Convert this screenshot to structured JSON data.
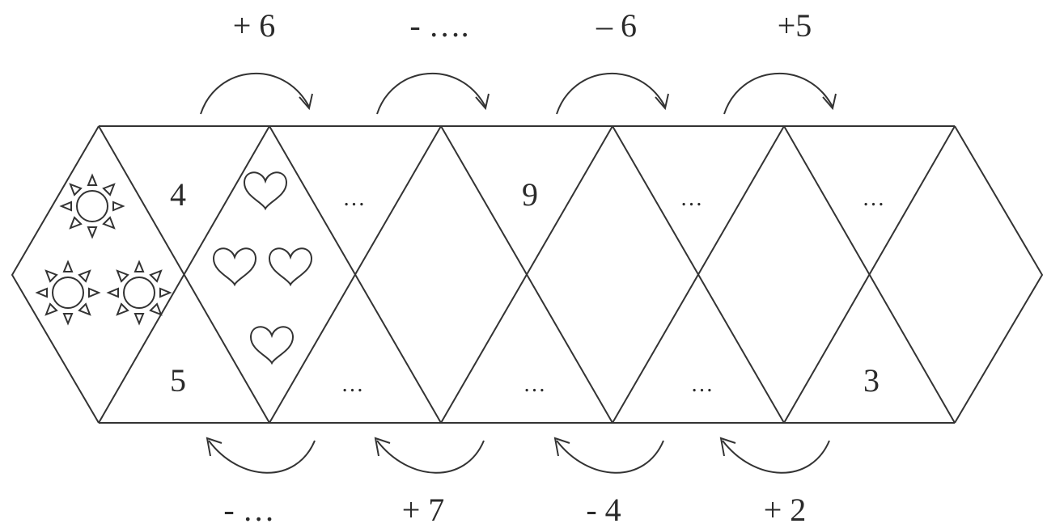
{
  "colors": {
    "line": "#333333",
    "background": "#ffffff",
    "text": "#2a2a2a"
  },
  "top_operations": [
    "+ 6",
    "- ….",
    "– 6",
    "+5"
  ],
  "bottom_operations": [
    "- …",
    "+ 7",
    "- 4",
    "+ 2"
  ],
  "upper_cells": [
    "4",
    "…",
    "9",
    "…",
    "…"
  ],
  "lower_cells": [
    "5",
    "…",
    "…",
    "…",
    "3"
  ],
  "picture_groups": [
    {
      "icon": "sun-icon",
      "count": 3
    },
    {
      "icon": "heart-icon",
      "count": 4
    }
  ]
}
